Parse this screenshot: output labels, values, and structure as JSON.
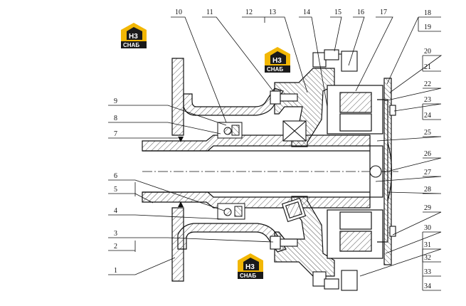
{
  "diagram": {
    "labels_left": [
      "9",
      "8",
      "7",
      "6",
      "5",
      "4",
      "3",
      "2",
      "1"
    ],
    "labels_top": [
      "10",
      "11",
      "12",
      "13",
      "14",
      "15",
      "16",
      "17"
    ],
    "labels_right": [
      "18",
      "19",
      "20",
      "21",
      "22",
      "23",
      "24",
      "25",
      "26",
      "27",
      "28",
      "29",
      "30",
      "31",
      "32",
      "33",
      "34"
    ]
  },
  "watermark": {
    "mark": "H3",
    "text": "CHAБ",
    "colors": {
      "yellow": "#f2b705",
      "black": "#1a1a1a",
      "white": "#ffffff"
    }
  },
  "colors": {
    "line": "#111111",
    "hatch": "#555555",
    "background": "#ffffff"
  }
}
